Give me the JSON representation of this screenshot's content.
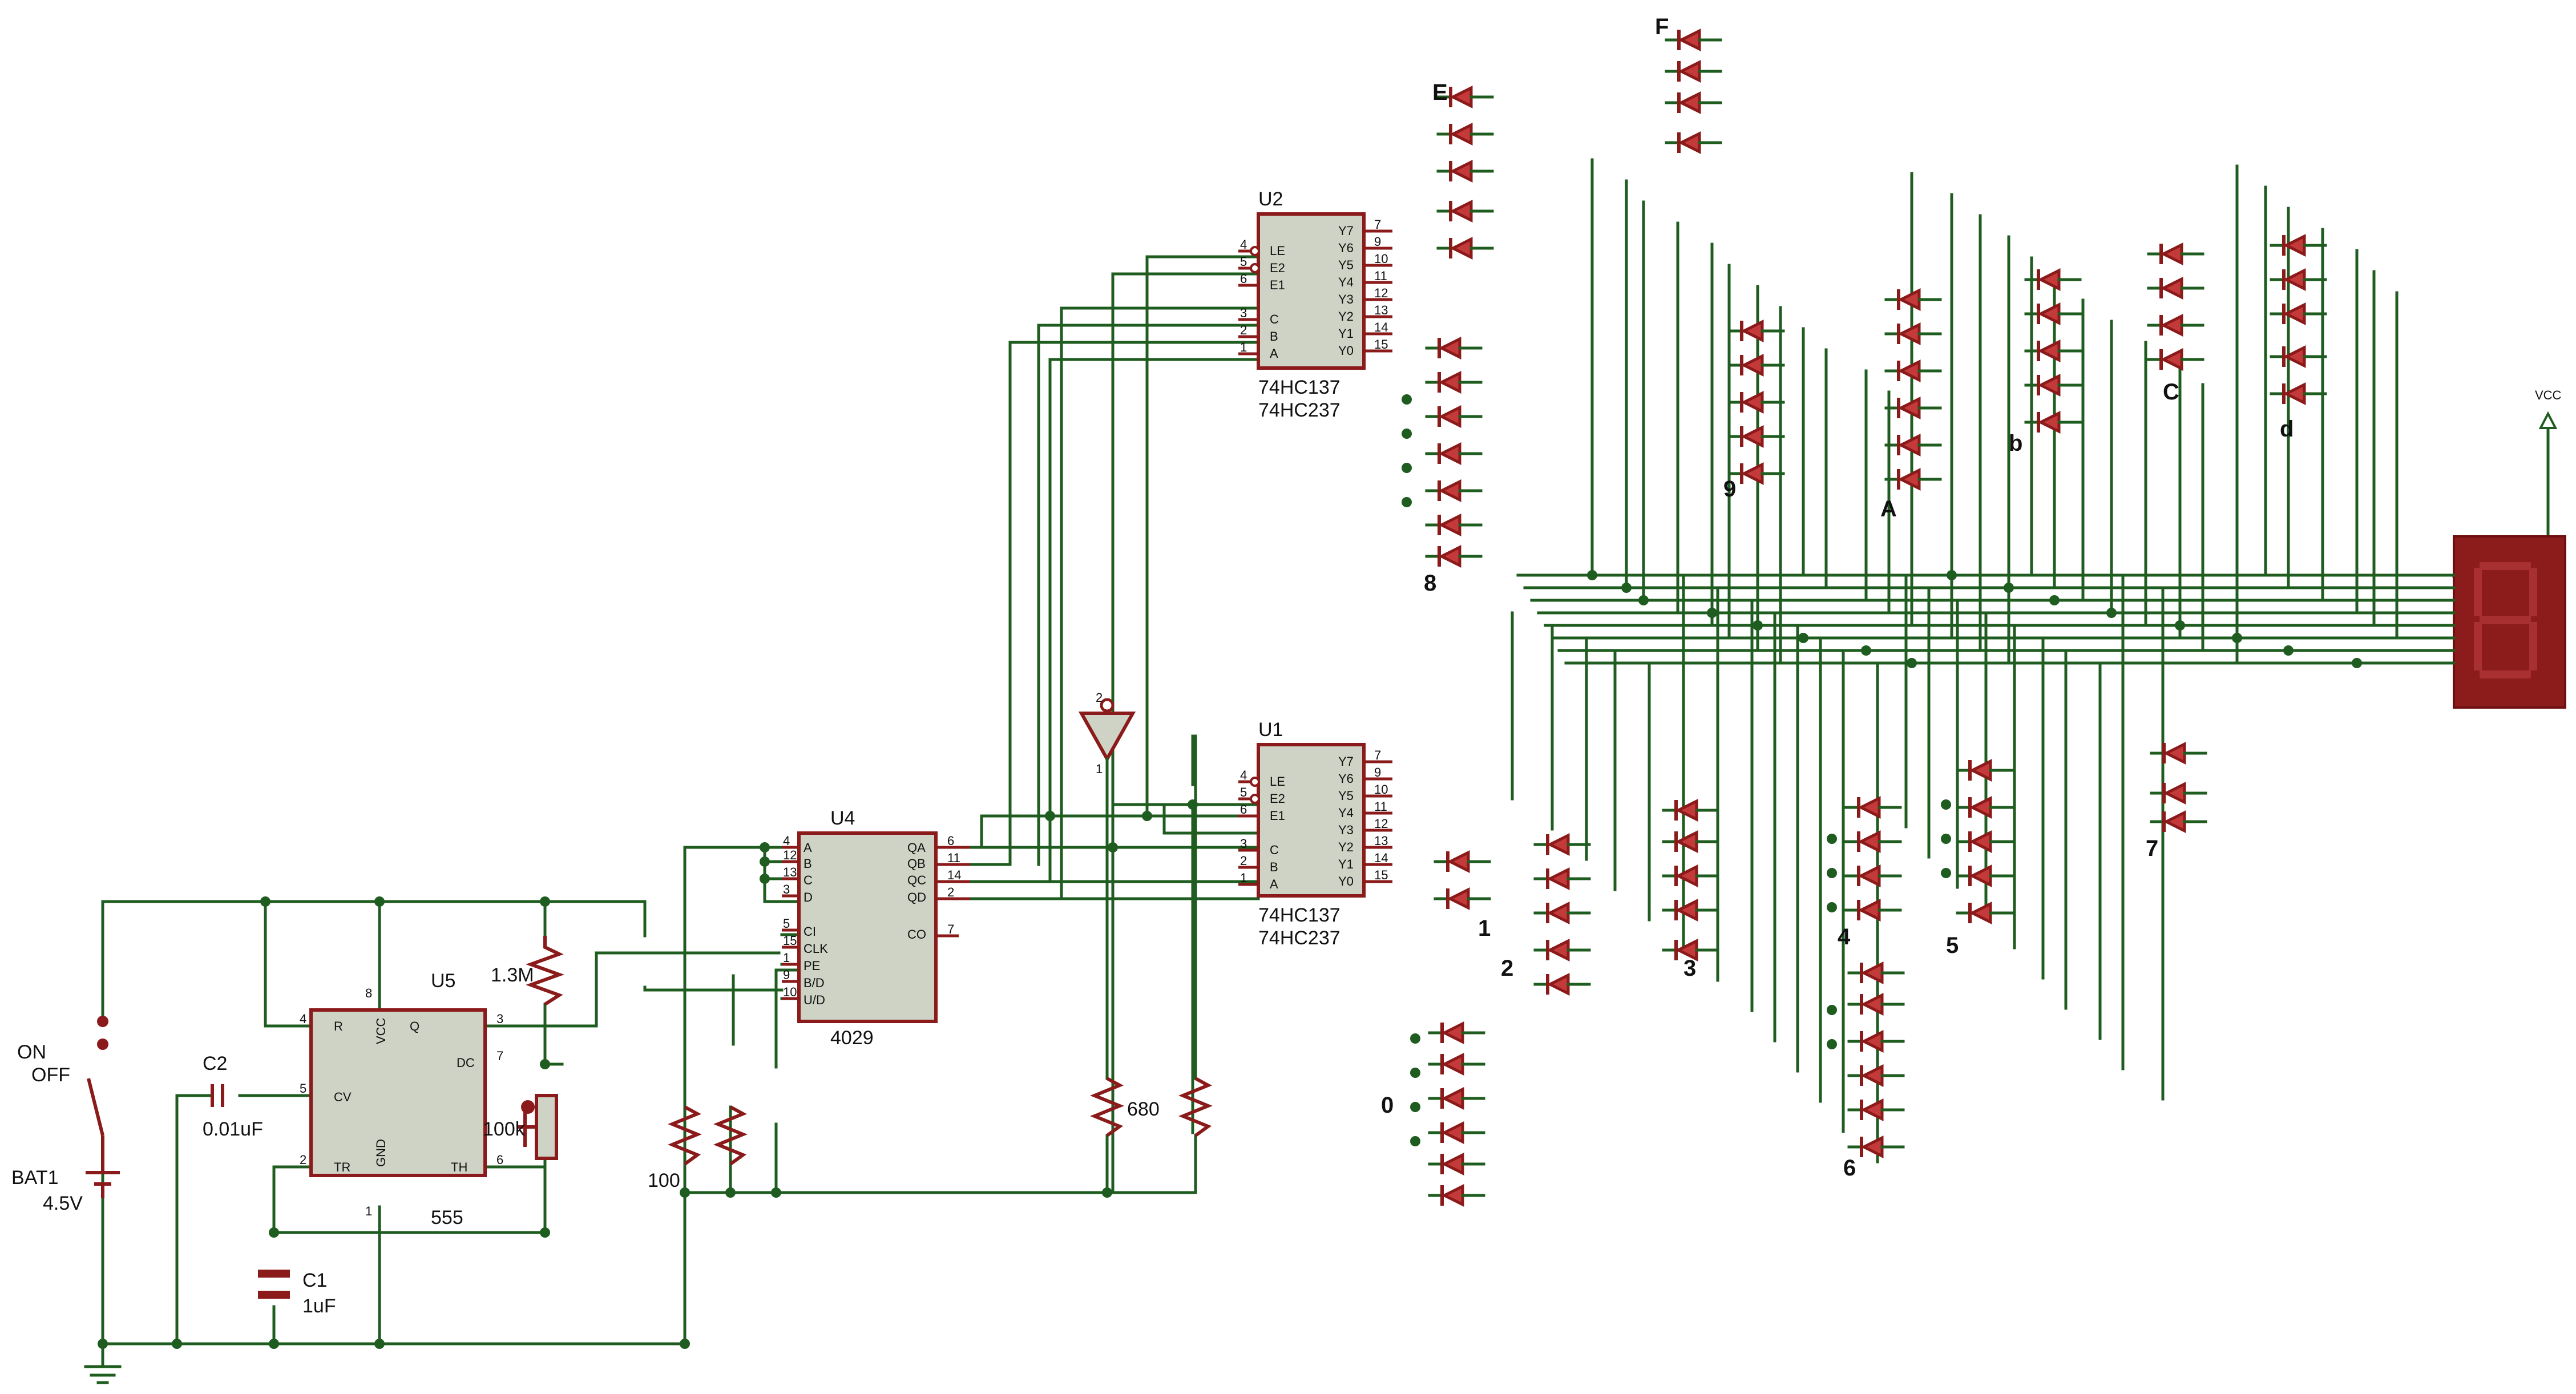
{
  "battery": {
    "ref": "BAT1",
    "value": "4.5V"
  },
  "switch": {
    "on": "ON",
    "off": "OFF"
  },
  "cap_c1": {
    "ref": "C1",
    "value": "1uF"
  },
  "cap_c2": {
    "ref": "C2",
    "value": "0.01uF"
  },
  "timer": {
    "ref": "U5",
    "part": "555",
    "pins": {
      "r": "R",
      "vcc": "VCC",
      "q": "Q",
      "dc": "DC",
      "cv": "CV",
      "tr": "TR",
      "gnd": "GND",
      "th": "TH"
    }
  },
  "res_timing": {
    "value": "1.3M"
  },
  "pot": {
    "value": "100k"
  },
  "res_pulldown": {
    "value": "100"
  },
  "res_inverter": {
    "value": "680"
  },
  "counter": {
    "ref": "U4",
    "part": "4029",
    "pins": {
      "a": "A",
      "b": "B",
      "c": "C",
      "d": "D",
      "ci": "CI",
      "clk": "CLK",
      "pe": "PE",
      "bd": "B/D",
      "ud": "U/D",
      "qa": "QA",
      "qb": "QB",
      "qc": "QC",
      "qd": "QD",
      "co": "CO"
    }
  },
  "decoder_u2": {
    "ref": "U2",
    "part1": "74HC137",
    "part2": "74HC237"
  },
  "decoder_u1": {
    "ref": "U1",
    "part1": "74HC137",
    "part2": "74HC237"
  },
  "decoder_pins": {
    "le": "LE",
    "e2": "E2",
    "e1": "E1",
    "c": "C",
    "b": "B",
    "a": "A",
    "y7": "Y7",
    "y6": "Y6",
    "y5": "Y5",
    "y4": "Y4",
    "y3": "Y3",
    "y2": "Y2",
    "y1": "Y1",
    "y0": "Y0"
  },
  "vcc_label": "VCC",
  "digit_labels": [
    "0",
    "1",
    "2",
    "3",
    "4",
    "5",
    "6",
    "7",
    "8",
    "9",
    "A",
    "b",
    "C",
    "d",
    "E",
    "F"
  ],
  "colors": {
    "wire": "#1f5c1f",
    "component": "#8b1a1a",
    "chip_body": "#cfd3c5",
    "led": "#c43a3a",
    "display": "#8c1c1c"
  }
}
